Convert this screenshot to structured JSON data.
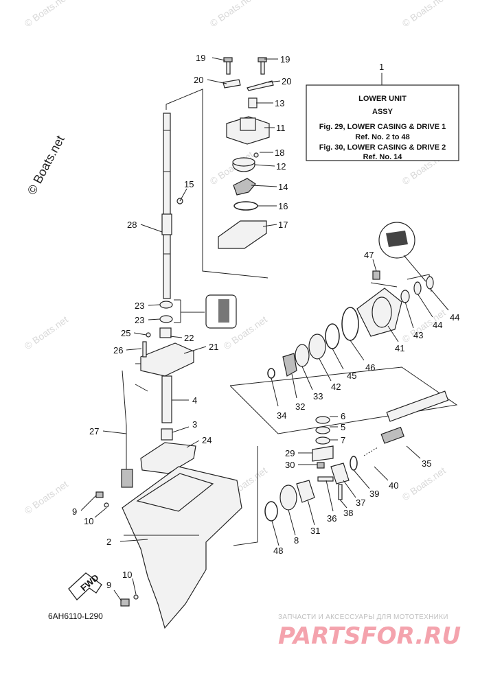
{
  "watermark": {
    "main": "© Boats.net",
    "repeat": "© Boats.net"
  },
  "info_box": {
    "ref": "1",
    "lines": [
      "LOWER UNIT",
      "ASSY",
      "Fig. 29, LOWER CASING & DRIVE 1",
      "Ref. No. 2 to 48",
      "Fig. 30, LOWER CASING & DRIVE 2",
      "Ref. No. 14"
    ]
  },
  "callouts": {
    "n19a": "19",
    "n19b": "19",
    "n20a": "20",
    "n20b": "20",
    "n13": "13",
    "n11": "11",
    "n18": "18",
    "n12": "12",
    "n15": "15",
    "n14": "14",
    "n16": "16",
    "n17": "17",
    "n28": "28",
    "n47": "47",
    "n23a": "23",
    "n23b": "23",
    "n25": "25",
    "n22": "22",
    "n21": "21",
    "n26": "26",
    "n43": "43",
    "n44a": "44",
    "n44b": "44",
    "n41": "41",
    "n46": "46",
    "n45": "45",
    "n42": "42",
    "n33": "33",
    "n32": "32",
    "n34": "34",
    "n4": "4",
    "n27": "27",
    "n3": "3",
    "n24": "24",
    "n6": "6",
    "n5": "5",
    "n7": "7",
    "n35": "35",
    "n29": "29",
    "n30": "30",
    "n40": "40",
    "n39": "39",
    "n37": "37",
    "n38": "38",
    "n36": "36",
    "n31": "31",
    "n8": "8",
    "n48": "48",
    "n9a": "9",
    "n10a": "10",
    "n2": "2",
    "n10b": "10",
    "n9b": "9"
  },
  "fwd_label": "FWD",
  "drawing_code": "6AH6110-L290",
  "shop": {
    "tagline": "ЗАПЧАСТИ И АКСЕССУАРЫ ДЛЯ МОТОТЕХНИКИ",
    "brand": "PARTSFOR.RU"
  }
}
